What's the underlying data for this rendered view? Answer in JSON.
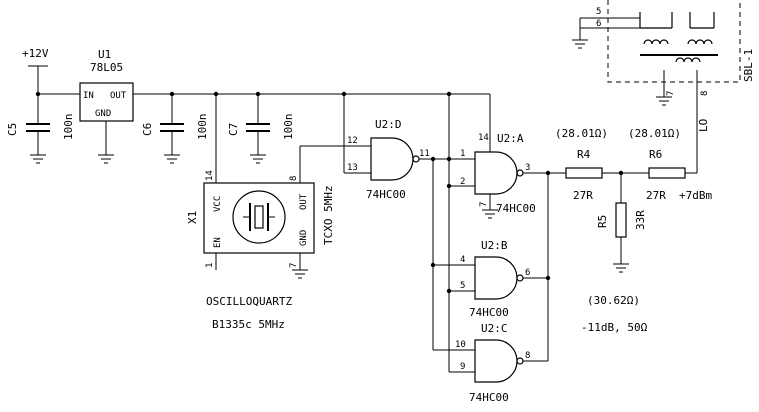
{
  "supply": {
    "label": "+12V"
  },
  "u1": {
    "ref": "U1",
    "part": "78L05",
    "in": "IN",
    "out": "OUT",
    "gnd": "GND"
  },
  "caps": [
    {
      "ref": "C5",
      "value": "100n"
    },
    {
      "ref": "C6",
      "value": "100n"
    },
    {
      "ref": "C7",
      "value": "100n"
    }
  ],
  "x1": {
    "ref": "X1",
    "vcc": "VCC",
    "out": "OUT",
    "en": "EN",
    "gnd": "GND",
    "type": "TCXO 5MHz",
    "maker": "OSCILLOQUARTZ",
    "model": "B1335c 5MHz",
    "pin_vcc": "14",
    "pin_out": "8",
    "pin_en": "1",
    "pin_gnd": "7"
  },
  "u2d": {
    "ref": "U2:D",
    "part": "74HC00",
    "pin_a": "12",
    "pin_b": "13",
    "pin_out": "11"
  },
  "u2a": {
    "ref": "U2:A",
    "part": "74HC00",
    "pin_vcc": "14",
    "pin_a": "1",
    "pin_b": "2",
    "pin_out": "3",
    "pin_gnd": "7"
  },
  "u2b": {
    "ref": "U2:B",
    "part": "74HC00",
    "pin_a": "4",
    "pin_b": "5",
    "pin_out": "6"
  },
  "u2c": {
    "ref": "U2:C",
    "part": "74HC00",
    "pin_a": "10",
    "pin_b": "9",
    "pin_out": "8"
  },
  "resistors": {
    "r4": {
      "ref": "R4",
      "value": "27R",
      "impedance": "(28.01Ω)"
    },
    "r6": {
      "ref": "R6",
      "value": "27R",
      "impedance": "(28.01Ω)"
    },
    "r5": {
      "ref": "R5",
      "value": "33R",
      "impedance": "(30.62Ω)"
    }
  },
  "mixer": {
    "ref": "SBL-1",
    "lo": "LO",
    "pin5": "5",
    "pin6": "6",
    "pin7": "7",
    "pin8": "8"
  },
  "notes": {
    "power": "+7dBm",
    "attenuation": "-11dB, 50Ω"
  }
}
